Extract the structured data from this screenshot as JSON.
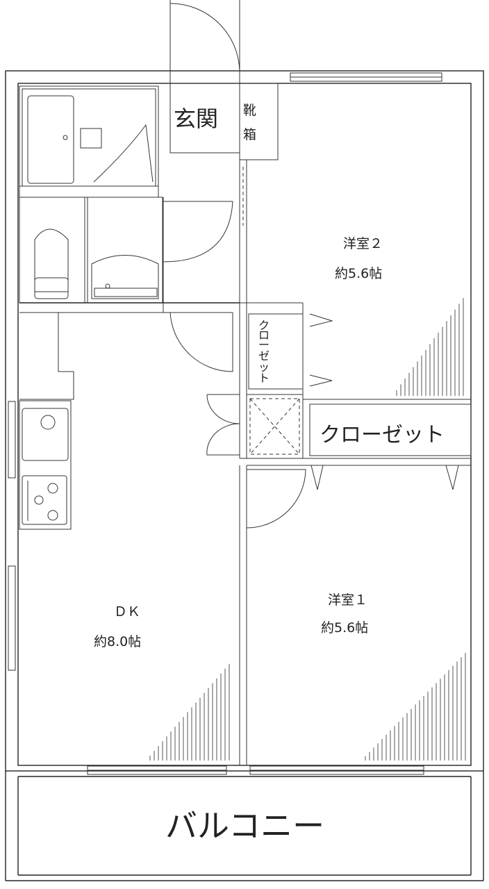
{
  "rooms": {
    "entrance": "玄関",
    "shoe_box": [
      "靴",
      "箱"
    ],
    "western2": {
      "name": "洋室２",
      "size": "約5.6帖"
    },
    "closet_small": [
      "ク",
      "ロ",
      "ー",
      "ゼ",
      "ッ",
      "ト"
    ],
    "closet_large": "クローゼット",
    "dk": {
      "name": "ＤＫ",
      "size": "約8.0帖"
    },
    "western1": {
      "name": "洋室１",
      "size": "約5.6帖"
    },
    "balcony": "バルコニー"
  }
}
